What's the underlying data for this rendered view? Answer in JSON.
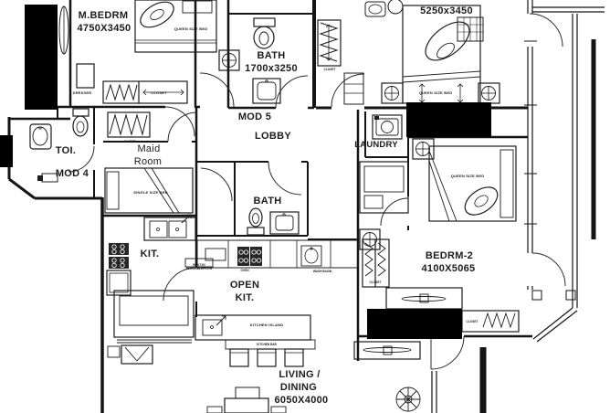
{
  "rooms": {
    "m_bedrm": {
      "name": "M.BEDRM",
      "dim": "4750X3450"
    },
    "bath_top": {
      "name": "BATH",
      "dim": "1700x3250"
    },
    "bedrm1": {
      "dim": "5250x3450"
    },
    "mod5": {
      "name": "MOD 5"
    },
    "lobby": {
      "name": "LOBBY"
    },
    "toi": {
      "name": "TOI."
    },
    "mod4": {
      "name": "MOD 4"
    },
    "maid": {
      "line1": "Maid",
      "line2": "Room"
    },
    "laundry": {
      "name": "LAUNDRY"
    },
    "bath_mid": {
      "name": "BATH"
    },
    "kit": {
      "name": "KIT."
    },
    "open_kit": {
      "line1": "OPEN",
      "line2": "KIT."
    },
    "bedrm2": {
      "name": "BEDRM-2",
      "dim": "4100X5065"
    },
    "living": {
      "line1": "LIVING /",
      "line2": "DINING",
      "dim": "6050X4000"
    }
  },
  "furniture": {
    "queen_bed_master": "QUEEN SIZE BED",
    "queen_bed_front": "QUEEN SIZE BED",
    "queen_bed_2": "QUEEN SIZE BED",
    "single_bed": "SINGLE SIZE BED",
    "closet_master": "CLOSET",
    "closet_hall": "CLOSET",
    "closet_mod5": "CLOSET",
    "closet_bedrm2": "CLOSET",
    "closet_bedrm2_south": "CLOSET",
    "dresser": "DRESSER",
    "kitchen_island": "KITCHEN ISLAND",
    "kitchen_bar": "KITCHEN BAR",
    "builtin_line1": "BUILT-IN",
    "builtin_line2": "MICROWAVE+OVN",
    "oven": "OVEN",
    "wash_basin": "WASH BASIN"
  },
  "colors": {
    "line": "#1a1a1a",
    "background": "#ffffff",
    "redaction": "#000000"
  }
}
